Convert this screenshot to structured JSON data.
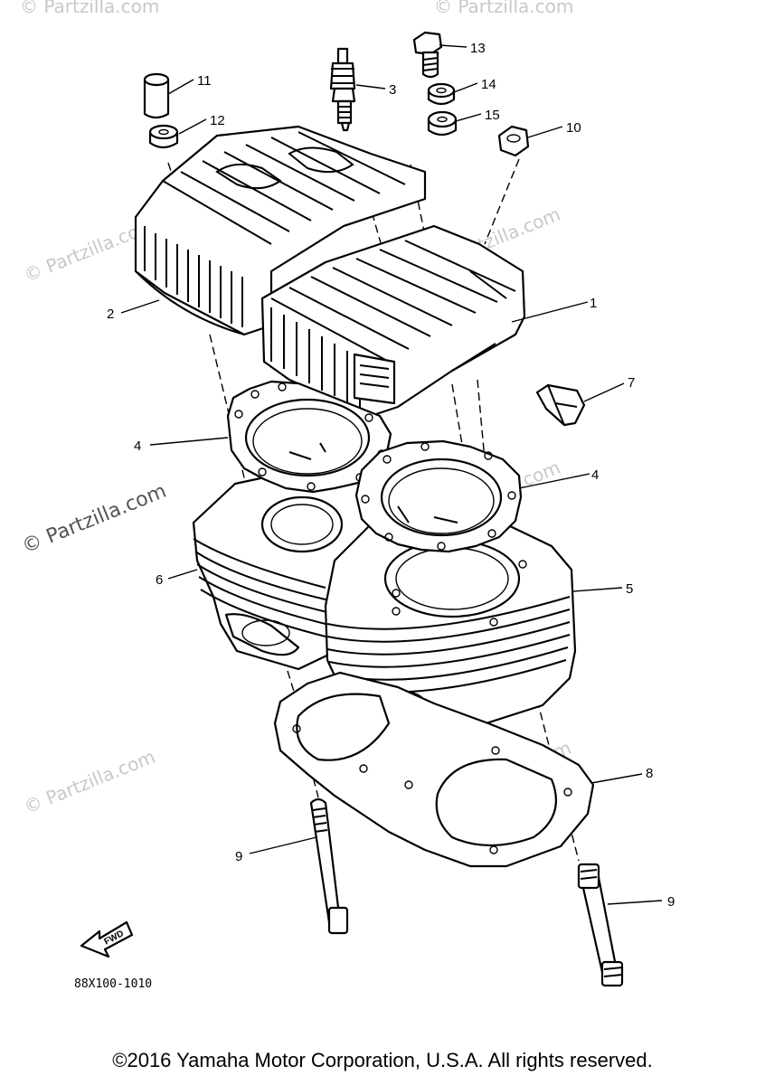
{
  "diagram": {
    "callouts": [
      "1",
      "2",
      "3",
      "4",
      "4",
      "5",
      "6",
      "7",
      "8",
      "9",
      "9",
      "10",
      "11",
      "12",
      "13",
      "14",
      "15"
    ],
    "drawing_code": "88X100-1010",
    "fwd_label": "FWD",
    "watermark": "© Partzilla.com",
    "copyright": "©2016 Yamaha Motor Corporation, U.S.A. All rights reserved."
  }
}
